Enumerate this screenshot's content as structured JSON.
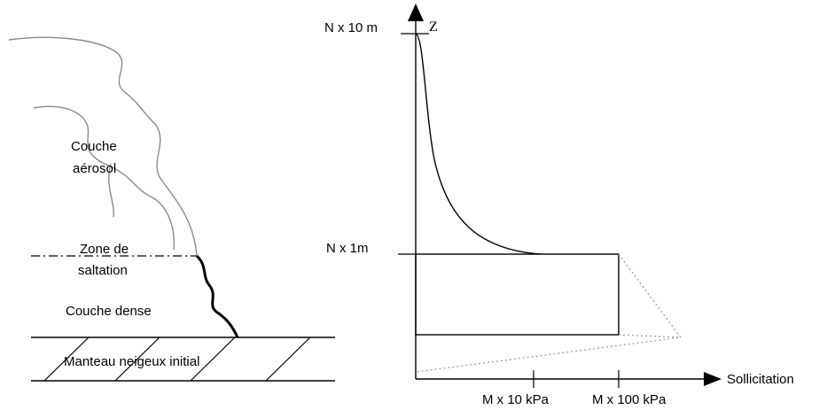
{
  "layers": {
    "aerosol_line1": "Couche",
    "aerosol_line2": "aérosol",
    "saltation_line1": "Zone de",
    "saltation_line2": "saltation",
    "dense": "Couche dense",
    "snowpack": "Manteau neigeux initial"
  },
  "axes": {
    "y_axis_label": "Z",
    "y_tick_top": "N x 10 m",
    "y_tick_mid": "N x 1m",
    "x_axis_label": "Sollicitation",
    "x_tick_1": "M x 10 kPa",
    "x_tick_2": "M x 100 kPa"
  },
  "colors": {
    "outline": "#000000",
    "cloud": "#8a8a8a",
    "dotted": "#a0a0a0"
  }
}
